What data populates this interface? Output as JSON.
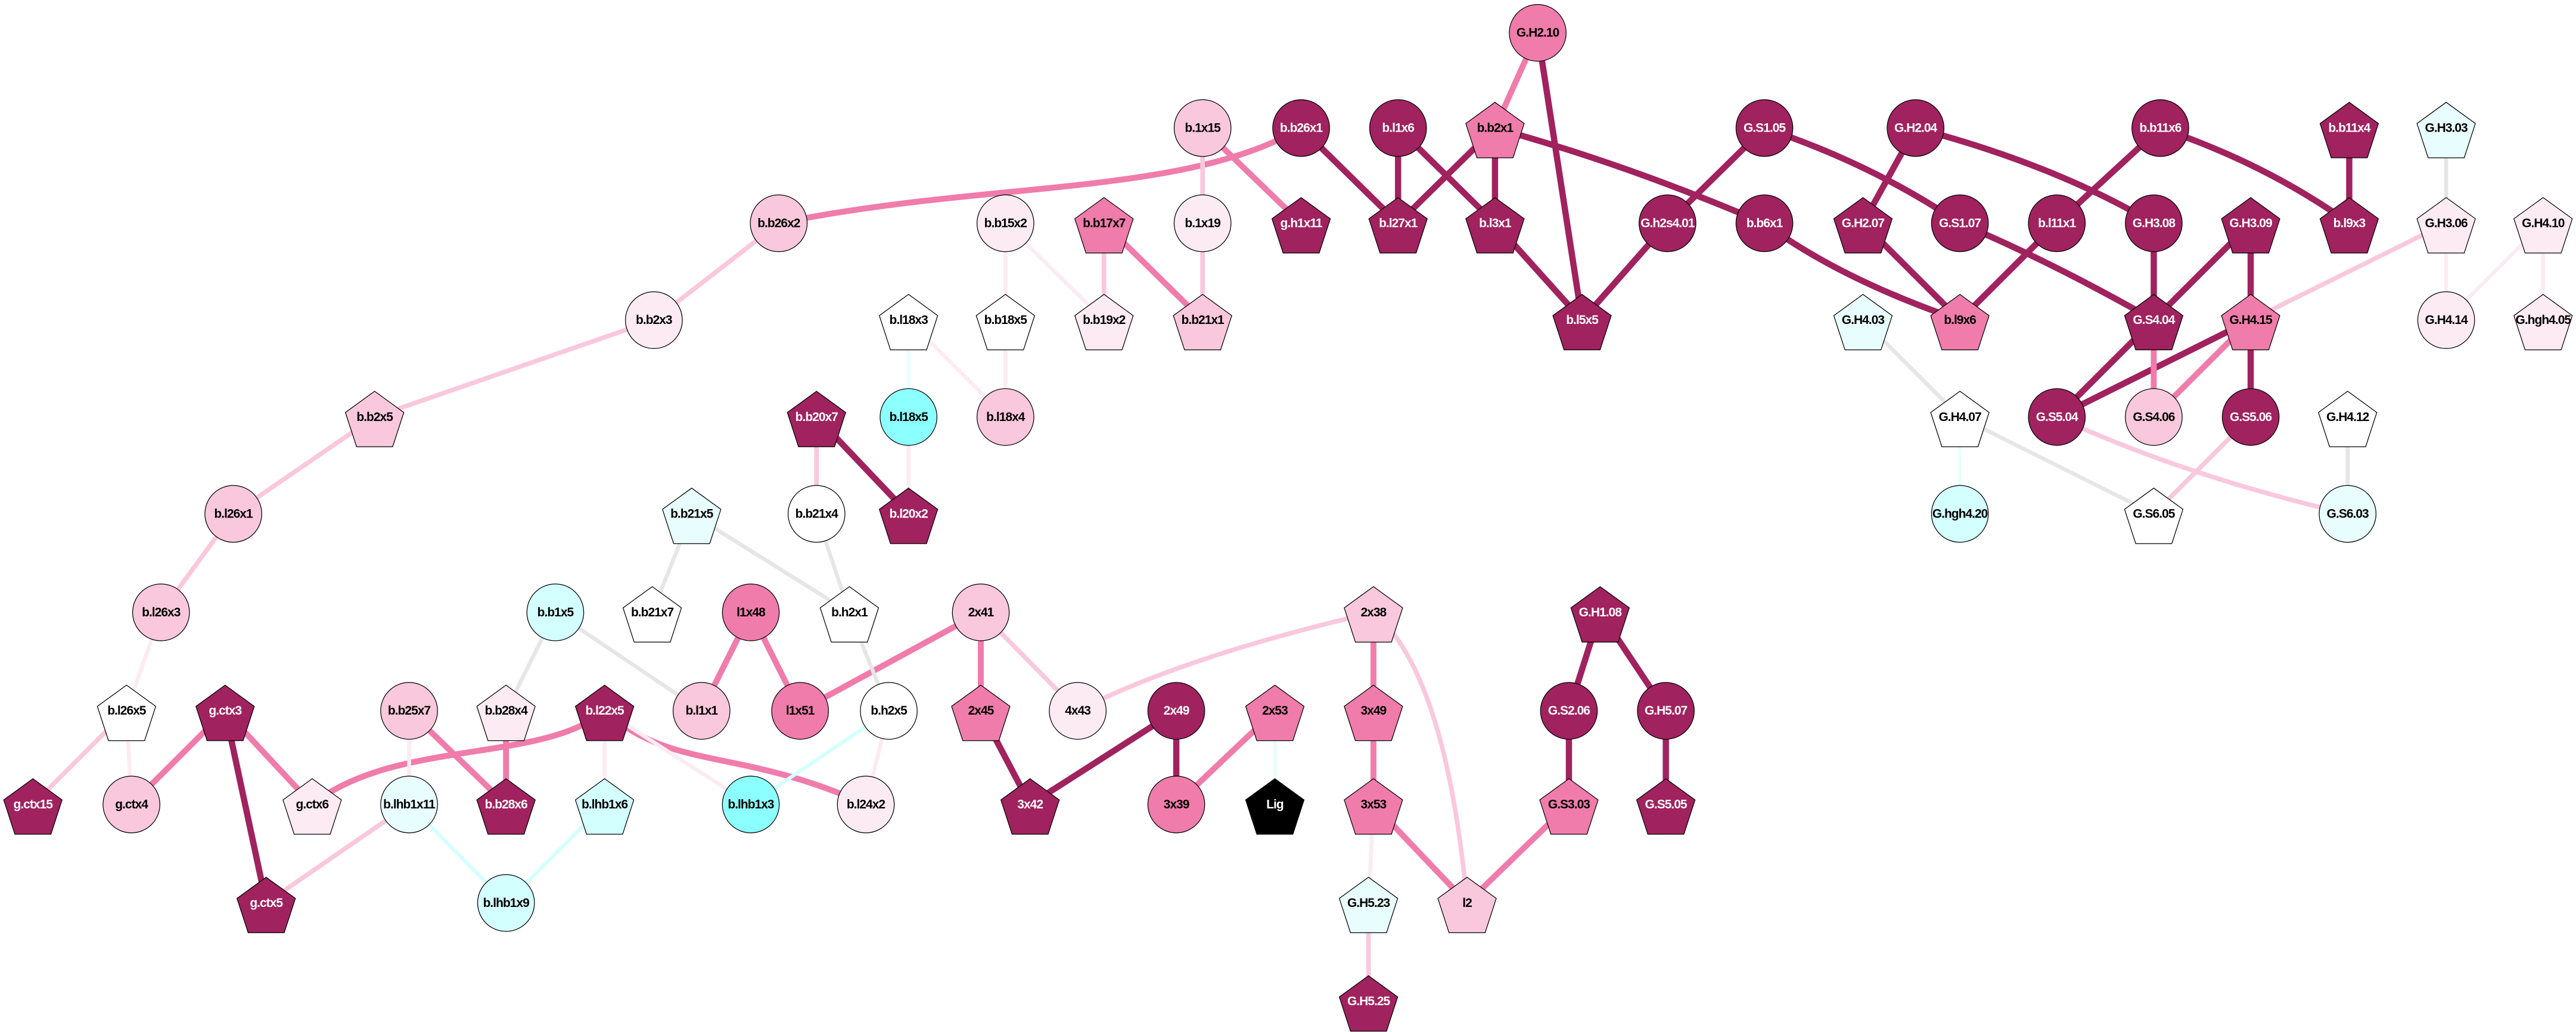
{
  "palette": {
    "dark": "#A0225E",
    "mid": "#F07CAB",
    "light": "#F9C8DC",
    "vlight": "#FCEBF3",
    "white": "#FFFFFF",
    "lcyan": "#E8FDFD",
    "cyan": "#D4FFFF",
    "bcyan": "#8CFFFF",
    "black": "#000000",
    "gray": "#E6E6E6",
    "stroke": "#000000"
  },
  "nodes": [
    {
      "id": "G.H2.10",
      "shape": "circle",
      "fill": "mid"
    },
    {
      "id": "b.1x15",
      "shape": "circle",
      "fill": "light"
    },
    {
      "id": "b.b26x1",
      "shape": "circle",
      "fill": "dark"
    },
    {
      "id": "b.l1x6",
      "shape": "circle",
      "fill": "dark"
    },
    {
      "id": "b.b2x1",
      "shape": "pentagon",
      "fill": "mid"
    },
    {
      "id": "G.S1.05",
      "shape": "circle",
      "fill": "dark"
    },
    {
      "id": "G.H2.04",
      "shape": "circle",
      "fill": "dark"
    },
    {
      "id": "b.b11x6",
      "shape": "circle",
      "fill": "dark"
    },
    {
      "id": "b.b11x4",
      "shape": "pentagon",
      "fill": "dark"
    },
    {
      "id": "G.H3.03",
      "shape": "pentagon",
      "fill": "lcyan"
    },
    {
      "id": "b.b26x2",
      "shape": "circle",
      "fill": "light"
    },
    {
      "id": "b.b15x2",
      "shape": "circle",
      "fill": "vlight"
    },
    {
      "id": "b.b17x7",
      "shape": "pentagon",
      "fill": "mid"
    },
    {
      "id": "b.1x19",
      "shape": "circle",
      "fill": "vlight"
    },
    {
      "id": "g.h1x11",
      "shape": "pentagon",
      "fill": "dark"
    },
    {
      "id": "b.l27x1",
      "shape": "pentagon",
      "fill": "dark"
    },
    {
      "id": "b.l3x1",
      "shape": "pentagon",
      "fill": "dark"
    },
    {
      "id": "G.h2s4.01",
      "shape": "circle",
      "fill": "dark"
    },
    {
      "id": "b.b6x1",
      "shape": "circle",
      "fill": "dark"
    },
    {
      "id": "G.H2.07",
      "shape": "pentagon",
      "fill": "dark"
    },
    {
      "id": "G.S1.07",
      "shape": "circle",
      "fill": "dark"
    },
    {
      "id": "b.l11x1",
      "shape": "circle",
      "fill": "dark"
    },
    {
      "id": "G.H3.08",
      "shape": "circle",
      "fill": "dark"
    },
    {
      "id": "G.H3.09",
      "shape": "pentagon",
      "fill": "dark"
    },
    {
      "id": "b.l9x3",
      "shape": "pentagon",
      "fill": "dark"
    },
    {
      "id": "G.H3.06",
      "shape": "pentagon",
      "fill": "vlight"
    },
    {
      "id": "G.H4.10",
      "shape": "pentagon",
      "fill": "vlight"
    },
    {
      "id": "b.b2x3",
      "shape": "circle",
      "fill": "vlight"
    },
    {
      "id": "b.l18x3",
      "shape": "pentagon",
      "fill": "white"
    },
    {
      "id": "b.b18x5",
      "shape": "pentagon",
      "fill": "white"
    },
    {
      "id": "b.b19x2",
      "shape": "pentagon",
      "fill": "vlight"
    },
    {
      "id": "b.b21x1",
      "shape": "pentagon",
      "fill": "light"
    },
    {
      "id": "b.l5x5",
      "shape": "pentagon",
      "fill": "dark"
    },
    {
      "id": "G.H4.03",
      "shape": "pentagon",
      "fill": "lcyan"
    },
    {
      "id": "b.l9x6",
      "shape": "pentagon",
      "fill": "mid"
    },
    {
      "id": "G.S4.04",
      "shape": "pentagon",
      "fill": "dark"
    },
    {
      "id": "G.H4.15",
      "shape": "pentagon",
      "fill": "mid"
    },
    {
      "id": "G.H4.14",
      "shape": "circle",
      "fill": "vlight"
    },
    {
      "id": "G.hgh4.05",
      "shape": "pentagon",
      "fill": "vlight"
    },
    {
      "id": "b.b2x5",
      "shape": "pentagon",
      "fill": "light"
    },
    {
      "id": "b.b20x7",
      "shape": "pentagon",
      "fill": "dark"
    },
    {
      "id": "b.l18x5",
      "shape": "circle",
      "fill": "bcyan"
    },
    {
      "id": "b.l18x4",
      "shape": "circle",
      "fill": "light"
    },
    {
      "id": "G.H4.07",
      "shape": "pentagon",
      "fill": "white"
    },
    {
      "id": "G.S5.04",
      "shape": "circle",
      "fill": "dark"
    },
    {
      "id": "G.S4.06",
      "shape": "circle",
      "fill": "light"
    },
    {
      "id": "G.S5.06",
      "shape": "circle",
      "fill": "dark"
    },
    {
      "id": "G.H4.12",
      "shape": "pentagon",
      "fill": "white"
    },
    {
      "id": "b.l26x1",
      "shape": "circle",
      "fill": "light"
    },
    {
      "id": "b.b21x5",
      "shape": "pentagon",
      "fill": "lcyan"
    },
    {
      "id": "b.b21x4",
      "shape": "circle",
      "fill": "white"
    },
    {
      "id": "b.l20x2",
      "shape": "pentagon",
      "fill": "dark"
    },
    {
      "id": "G.hgh4.20",
      "shape": "circle",
      "fill": "cyan"
    },
    {
      "id": "G.S6.05",
      "shape": "pentagon",
      "fill": "white"
    },
    {
      "id": "G.S6.03",
      "shape": "circle",
      "fill": "lcyan"
    },
    {
      "id": "b.l26x3",
      "shape": "circle",
      "fill": "light"
    },
    {
      "id": "b.b1x5",
      "shape": "circle",
      "fill": "cyan"
    },
    {
      "id": "b.b21x7",
      "shape": "pentagon",
      "fill": "white"
    },
    {
      "id": "l1x48",
      "shape": "circle",
      "fill": "mid"
    },
    {
      "id": "b.h2x1",
      "shape": "pentagon",
      "fill": "white"
    },
    {
      "id": "2x41",
      "shape": "circle",
      "fill": "light"
    },
    {
      "id": "2x38",
      "shape": "pentagon",
      "fill": "light"
    },
    {
      "id": "G.H1.08",
      "shape": "pentagon",
      "fill": "dark"
    },
    {
      "id": "b.l26x5",
      "shape": "pentagon",
      "fill": "white"
    },
    {
      "id": "g.ctx3",
      "shape": "pentagon",
      "fill": "dark"
    },
    {
      "id": "b.b25x7",
      "shape": "circle",
      "fill": "light"
    },
    {
      "id": "b.b28x4",
      "shape": "pentagon",
      "fill": "vlight"
    },
    {
      "id": "b.l22x5",
      "shape": "pentagon",
      "fill": "dark"
    },
    {
      "id": "b.l1x1",
      "shape": "circle",
      "fill": "light"
    },
    {
      "id": "l1x51",
      "shape": "circle",
      "fill": "mid"
    },
    {
      "id": "b.h2x5",
      "shape": "circle",
      "fill": "white"
    },
    {
      "id": "2x45",
      "shape": "pentagon",
      "fill": "mid"
    },
    {
      "id": "4x43",
      "shape": "circle",
      "fill": "vlight"
    },
    {
      "id": "2x49",
      "shape": "circle",
      "fill": "dark"
    },
    {
      "id": "2x53",
      "shape": "pentagon",
      "fill": "mid"
    },
    {
      "id": "3x49",
      "shape": "pentagon",
      "fill": "mid"
    },
    {
      "id": "G.S2.06",
      "shape": "circle",
      "fill": "dark"
    },
    {
      "id": "G.H5.07",
      "shape": "circle",
      "fill": "dark"
    },
    {
      "id": "g.ctx15",
      "shape": "pentagon",
      "fill": "dark"
    },
    {
      "id": "g.ctx4",
      "shape": "circle",
      "fill": "light"
    },
    {
      "id": "g.ctx6",
      "shape": "pentagon",
      "fill": "vlight"
    },
    {
      "id": "b.lhb1x11",
      "shape": "circle",
      "fill": "lcyan"
    },
    {
      "id": "b.b28x6",
      "shape": "pentagon",
      "fill": "dark"
    },
    {
      "id": "b.lhb1x6",
      "shape": "pentagon",
      "fill": "cyan"
    },
    {
      "id": "b.lhb1x3",
      "shape": "circle",
      "fill": "bcyan"
    },
    {
      "id": "b.l24x2",
      "shape": "circle",
      "fill": "vlight"
    },
    {
      "id": "3x42",
      "shape": "pentagon",
      "fill": "dark"
    },
    {
      "id": "3x39",
      "shape": "circle",
      "fill": "mid"
    },
    {
      "id": "Lig",
      "shape": "pentagon",
      "fill": "black"
    },
    {
      "id": "3x53",
      "shape": "pentagon",
      "fill": "mid"
    },
    {
      "id": "G.S3.03",
      "shape": "pentagon",
      "fill": "mid"
    },
    {
      "id": "G.S5.05",
      "shape": "pentagon",
      "fill": "dark"
    },
    {
      "id": "g.ctx5",
      "shape": "pentagon",
      "fill": "dark"
    },
    {
      "id": "b.lhb1x9",
      "shape": "circle",
      "fill": "cyan"
    },
    {
      "id": "G.H5.23",
      "shape": "pentagon",
      "fill": "lcyan"
    },
    {
      "id": "l2",
      "shape": "pentagon",
      "fill": "light"
    },
    {
      "id": "G.H5.25",
      "shape": "pentagon",
      "fill": "dark"
    }
  ],
  "edges": [
    [
      "b.b26x1",
      "b.l27x1",
      "dark"
    ],
    [
      "b.l1x6",
      "b.l27x1",
      "dark"
    ],
    [
      "b.l1x6",
      "b.l3x1",
      "dark"
    ],
    [
      "b.b2x1",
      "b.l27x1",
      "dark"
    ],
    [
      "b.b2x1",
      "b.l3x1",
      "dark"
    ],
    [
      "b.b2x1",
      "b.b6x1",
      "dark"
    ],
    [
      "G.H2.10",
      "b.l5x5",
      "dark"
    ],
    [
      "b.l3x1",
      "b.l5x5",
      "dark"
    ],
    [
      "G.h2s4.01",
      "b.l5x5",
      "dark"
    ],
    [
      "G.S1.05",
      "G.h2s4.01",
      "dark"
    ],
    [
      "G.S1.05",
      "G.S1.07",
      "dark"
    ],
    [
      "G.H2.04",
      "G.H2.07",
      "dark"
    ],
    [
      "G.H2.04",
      "G.H3.08",
      "dark"
    ],
    [
      "b.b11x6",
      "b.l11x1",
      "dark"
    ],
    [
      "b.b11x6",
      "b.l9x3",
      "dark"
    ],
    [
      "b.b11x4",
      "b.l9x3",
      "dark"
    ],
    [
      "b.b6x1",
      "b.l9x6",
      "dark"
    ],
    [
      "G.H2.07",
      "b.l9x6",
      "dark"
    ],
    [
      "b.l11x1",
      "b.l9x6",
      "dark"
    ],
    [
      "G.S1.07",
      "G.S4.04",
      "dark"
    ],
    [
      "G.H3.08",
      "G.S4.04",
      "dark"
    ],
    [
      "G.H3.09",
      "G.S4.04",
      "dark"
    ],
    [
      "G.H3.09",
      "G.H4.15",
      "dark"
    ],
    [
      "G.S4.04",
      "G.S5.04",
      "dark"
    ],
    [
      "G.H4.15",
      "G.S5.04",
      "dark"
    ],
    [
      "G.H4.15",
      "G.S5.06",
      "dark"
    ],
    [
      "b.b20x7",
      "b.l20x2",
      "dark"
    ],
    [
      "g.ctx3",
      "g.ctx5",
      "dark"
    ],
    [
      "2x45",
      "3x42",
      "dark"
    ],
    [
      "2x49",
      "3x42",
      "dark"
    ],
    [
      "2x49",
      "3x39",
      "dark"
    ],
    [
      "G.H1.08",
      "G.S2.06",
      "dark"
    ],
    [
      "G.H1.08",
      "G.H5.07",
      "dark"
    ],
    [
      "G.S2.06",
      "G.S3.03",
      "dark"
    ],
    [
      "G.H5.07",
      "G.S5.05",
      "dark"
    ],
    [
      "G.H2.10",
      "b.b2x1",
      "mid"
    ],
    [
      "b.b26x1",
      "b.b26x2",
      "mid"
    ],
    [
      "b.1x15",
      "g.h1x11",
      "mid"
    ],
    [
      "b.b17x7",
      "b.b21x1",
      "mid"
    ],
    [
      "G.S4.04",
      "G.S4.06",
      "mid"
    ],
    [
      "G.H4.15",
      "G.S4.06",
      "mid"
    ],
    [
      "l1x48",
      "b.l1x1",
      "mid"
    ],
    [
      "l1x48",
      "l1x51",
      "mid"
    ],
    [
      "2x41",
      "l1x51",
      "mid"
    ],
    [
      "2x41",
      "2x45",
      "mid"
    ],
    [
      "g.ctx3",
      "g.ctx4",
      "mid"
    ],
    [
      "g.ctx3",
      "g.ctx6",
      "mid"
    ],
    [
      "b.l22x5",
      "g.ctx6",
      "mid"
    ],
    [
      "b.l22x5",
      "b.l24x2",
      "mid"
    ],
    [
      "b.b25x7",
      "b.b28x6",
      "mid"
    ],
    [
      "b.b28x4",
      "b.b28x6",
      "mid"
    ],
    [
      "2x53",
      "3x39",
      "mid"
    ],
    [
      "2x38",
      "3x49",
      "mid"
    ],
    [
      "3x49",
      "3x53",
      "mid"
    ],
    [
      "3x53",
      "l2",
      "mid"
    ],
    [
      "G.S3.03",
      "l2",
      "mid"
    ],
    [
      "b.1x15",
      "b.1x19",
      "light"
    ],
    [
      "b.b17x7",
      "b.b19x2",
      "light"
    ],
    [
      "b.1x19",
      "b.b21x1",
      "light"
    ],
    [
      "b.b26x2",
      "b.b2x3",
      "light"
    ],
    [
      "b.b2x3",
      "b.b2x5",
      "light"
    ],
    [
      "b.b2x5",
      "b.l26x1",
      "light"
    ],
    [
      "b.l26x1",
      "b.l26x3",
      "light"
    ],
    [
      "b.b20x7",
      "b.b21x4",
      "light"
    ],
    [
      "G.H3.06",
      "G.H4.15",
      "light"
    ],
    [
      "G.S5.04",
      "G.S6.03",
      "light"
    ],
    [
      "G.S5.06",
      "G.S6.05",
      "light"
    ],
    [
      "2x41",
      "4x43",
      "light"
    ],
    [
      "2x38",
      "4x43",
      "light"
    ],
    [
      "2x38",
      "l2",
      "light"
    ],
    [
      "b.l26x5",
      "g.ctx15",
      "light"
    ],
    [
      "b.lhb1x11",
      "g.ctx5",
      "light"
    ],
    [
      "G.H5.23",
      "G.H5.25",
      "light"
    ],
    [
      "b.b15x2",
      "b.b18x5",
      "vlight"
    ],
    [
      "b.b15x2",
      "b.b19x2",
      "vlight"
    ],
    [
      "b.l18x3",
      "b.l18x4",
      "vlight"
    ],
    [
      "b.b18x5",
      "b.l18x4",
      "vlight"
    ],
    [
      "b.l18x5",
      "b.l20x2",
      "vlight"
    ],
    [
      "G.H3.06",
      "G.H4.14",
      "vlight"
    ],
    [
      "G.H4.10",
      "G.H4.14",
      "vlight"
    ],
    [
      "G.H4.10",
      "G.hgh4.05",
      "vlight"
    ],
    [
      "b.l26x3",
      "b.l26x5",
      "vlight"
    ],
    [
      "b.l26x5",
      "g.ctx4",
      "vlight"
    ],
    [
      "b.b25x7",
      "b.lhb1x11",
      "vlight"
    ],
    [
      "b.l22x5",
      "b.lhb1x6",
      "vlight"
    ],
    [
      "b.l22x5",
      "b.lhb1x3",
      "vlight"
    ],
    [
      "b.h2x5",
      "b.l24x2",
      "vlight"
    ],
    [
      "3x53",
      "G.H5.23",
      "vlight"
    ],
    [
      "G.H3.03",
      "G.H3.06",
      "gray"
    ],
    [
      "G.H4.03",
      "G.H4.07",
      "gray"
    ],
    [
      "G.H4.07",
      "G.S6.05",
      "gray"
    ],
    [
      "G.H4.12",
      "G.S6.03",
      "gray"
    ],
    [
      "b.b21x5",
      "b.b21x7",
      "gray"
    ],
    [
      "b.b21x5",
      "b.h2x1",
      "gray"
    ],
    [
      "b.b21x4",
      "b.h2x1",
      "gray"
    ],
    [
      "b.h2x1",
      "b.h2x5",
      "gray"
    ],
    [
      "b.b1x5",
      "b.b28x4",
      "gray"
    ],
    [
      "b.b1x5",
      "b.l1x1",
      "gray"
    ],
    [
      "b.l18x3",
      "b.l18x5",
      "lcyan"
    ],
    [
      "G.H4.07",
      "G.hgh4.20",
      "lcyan"
    ],
    [
      "b.lhb1x11",
      "b.lhb1x9",
      "cyan"
    ],
    [
      "b.lhb1x6",
      "b.lhb1x9",
      "cyan"
    ],
    [
      "b.h2x5",
      "b.lhb1x3",
      "cyan"
    ],
    [
      "2x53",
      "Lig",
      "lcyan"
    ]
  ]
}
